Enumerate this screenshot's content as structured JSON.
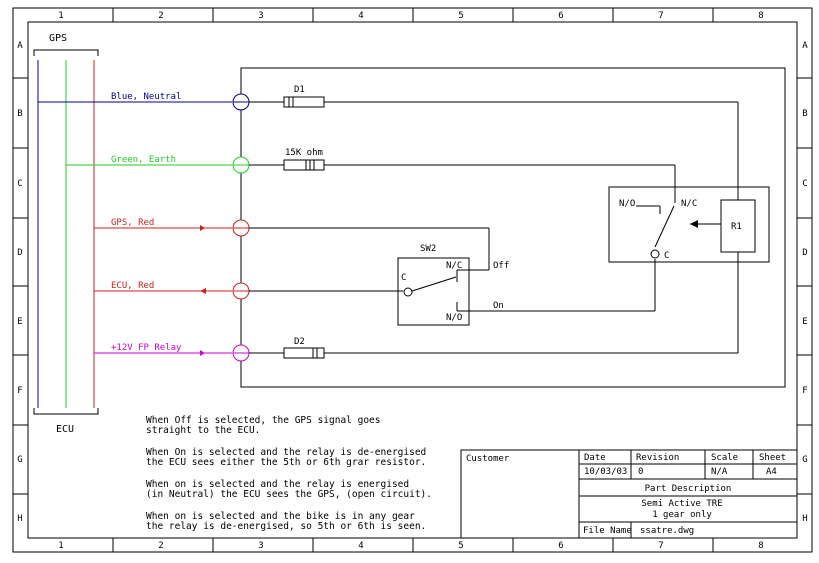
{
  "grid": {
    "columns": [
      "1",
      "2",
      "3",
      "4",
      "5",
      "6",
      "7",
      "8"
    ],
    "rows": [
      "A",
      "B",
      "C",
      "D",
      "E",
      "F",
      "G",
      "H"
    ]
  },
  "connectors": {
    "top": "GPS",
    "bottom": "ECU"
  },
  "wires": [
    {
      "label": "Blue, Neutral",
      "color": "#00008b"
    },
    {
      "label": "Green, Earth",
      "color": "#22cc22"
    },
    {
      "label": "GPS, Red",
      "color": "#cc2222"
    },
    {
      "label": "ECU, Red",
      "color": "#cc2222"
    },
    {
      "label": "+12V FP Relay",
      "color": "#cc00cc"
    }
  ],
  "components": {
    "d1": "D1",
    "resistor": "15K ohm",
    "sw2": "SW2",
    "sw2_c": "C",
    "sw2_nc": "N/C",
    "sw2_no": "N/O",
    "off": "Off",
    "on": "On",
    "d2": "D2",
    "relay_no": "N/O",
    "relay_nc": "N/C",
    "relay_c": "C",
    "r1": "R1"
  },
  "notes": [
    [
      "When Off is selected, the GPS signal goes",
      "straight to the ECU."
    ],
    [
      "When On is selected and the relay is de-energised",
      "the ECU sees either the 5th or 6th grar resistor."
    ],
    [
      "When on is selected and the relay is energised",
      "(in Neutral) the ECU sees the GPS, (open circuit)."
    ],
    [
      "When on is selected and the bike is in any gear",
      "the relay is de-energised, so 5th or 6th is seen."
    ]
  ],
  "title_block": {
    "customer_label": "Customer",
    "date_label": "Date",
    "date": "10/03/03",
    "revision_label": "Revision",
    "revision": "0",
    "scale_label": "Scale",
    "scale": "N/A",
    "sheet_label": "Sheet",
    "sheet": "A4",
    "part_description_label": "Part Description",
    "description_line1": "Semi Active TRE",
    "description_line2": "1 gear only",
    "file_name_label": "File Name",
    "file_name": "ssatre.dwg"
  }
}
